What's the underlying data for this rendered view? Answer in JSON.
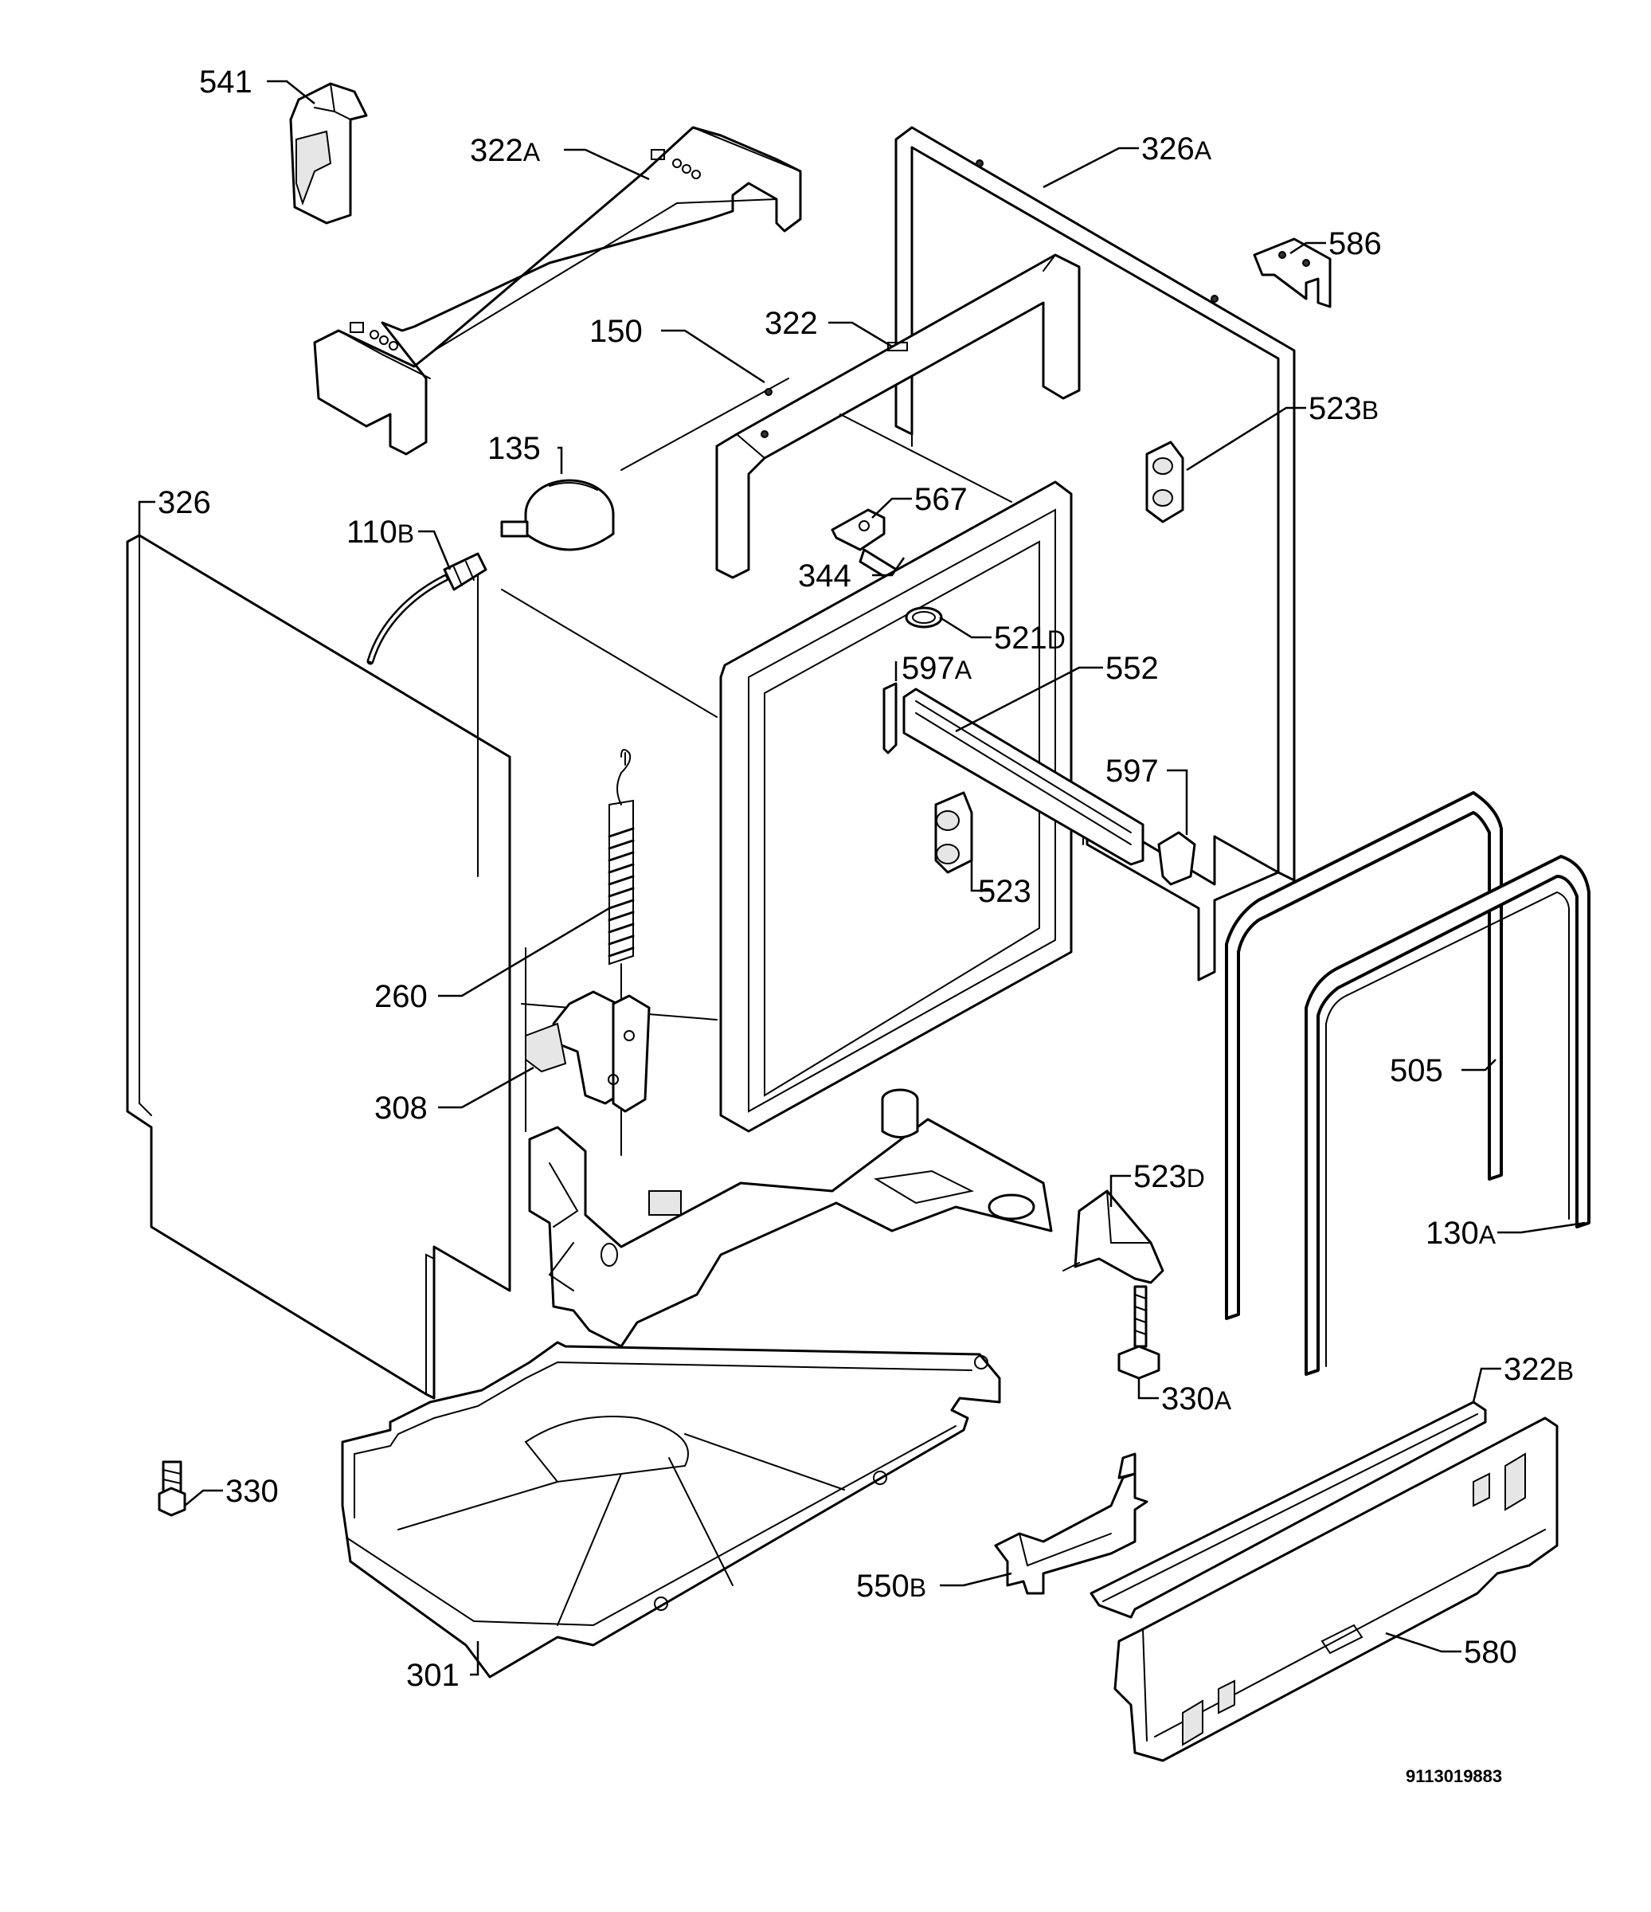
{
  "document_number": "9113019883",
  "callouts": [
    {
      "id": "541",
      "number": "541",
      "suffix": ""
    },
    {
      "id": "322a",
      "number": "322",
      "suffix": "A"
    },
    {
      "id": "326a",
      "number": "326",
      "suffix": "A"
    },
    {
      "id": "586",
      "number": "586",
      "suffix": ""
    },
    {
      "id": "150",
      "number": "150",
      "suffix": ""
    },
    {
      "id": "322",
      "number": "322",
      "suffix": ""
    },
    {
      "id": "523b",
      "number": "523",
      "suffix": "B"
    },
    {
      "id": "135",
      "number": "135",
      "suffix": ""
    },
    {
      "id": "567",
      "number": "567",
      "suffix": ""
    },
    {
      "id": "326",
      "number": "326",
      "suffix": ""
    },
    {
      "id": "110b",
      "number": "110",
      "suffix": "B"
    },
    {
      "id": "344",
      "number": "344",
      "suffix": ""
    },
    {
      "id": "521d",
      "number": "521",
      "suffix": "D"
    },
    {
      "id": "597a",
      "number": "597",
      "suffix": "A"
    },
    {
      "id": "552",
      "number": "552",
      "suffix": ""
    },
    {
      "id": "597",
      "number": "597",
      "suffix": ""
    },
    {
      "id": "523",
      "number": "523",
      "suffix": ""
    },
    {
      "id": "260",
      "number": "260",
      "suffix": ""
    },
    {
      "id": "505",
      "number": "505",
      "suffix": ""
    },
    {
      "id": "308",
      "number": "308",
      "suffix": ""
    },
    {
      "id": "523d",
      "number": "523",
      "suffix": "D"
    },
    {
      "id": "130a",
      "number": "130",
      "suffix": "A"
    },
    {
      "id": "330a",
      "number": "330",
      "suffix": "A"
    },
    {
      "id": "322b",
      "number": "322",
      "suffix": "B"
    },
    {
      "id": "330",
      "number": "330",
      "suffix": ""
    },
    {
      "id": "550b",
      "number": "550",
      "suffix": "B"
    },
    {
      "id": "580",
      "number": "580",
      "suffix": ""
    },
    {
      "id": "301",
      "number": "301",
      "suffix": ""
    }
  ]
}
